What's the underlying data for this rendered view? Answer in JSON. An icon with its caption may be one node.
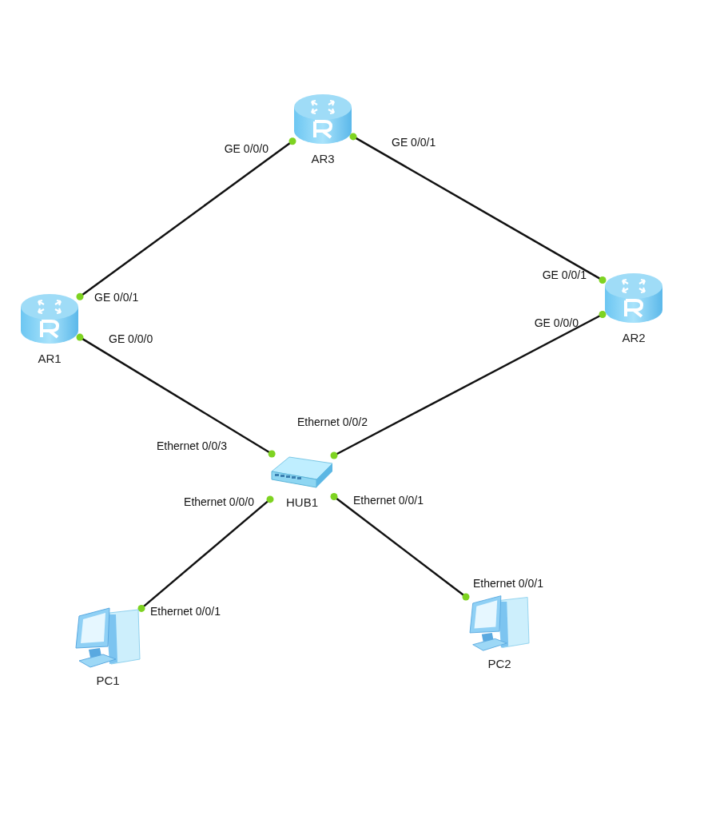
{
  "diagram": {
    "nodes": [
      {
        "text": [
          "AR3"
        ]
      },
      {
        "text": [
          "AR1"
        ]
      },
      {
        "text": [
          "AR2"
        ]
      },
      {
        "text": [
          "HUB1"
        ]
      },
      {
        "text": [
          "PC1"
        ]
      },
      {
        "text": [
          "PC2"
        ]
      }
    ],
    "edges": [
      {
        "from": 1,
        "to": 0,
        "arrow": "other"
      },
      {
        "from": 0,
        "to": 2,
        "arrow": "other"
      },
      {
        "from": 1,
        "to": 3,
        "arrow": "other"
      },
      {
        "from": 2,
        "to": 3,
        "arrow": "other"
      },
      {
        "from": 3,
        "to": 4,
        "arrow": "other"
      },
      {
        "from": 3,
        "to": 5,
        "arrow": "other"
      }
    ],
    "labels": [
      "GE 0/0/0",
      "GE 0/0/1",
      "GE 0/0/1",
      "GE 0/0/1",
      "GE 0/0/0",
      "GE 0/0/0",
      "Ethernet 0/0/3",
      "Ethernet 0/0/2",
      "Ethernet 0/0/0",
      "Ethernet 0/0/1",
      "Ethernet 0/0/1",
      "Ethernet 0/0/1"
    ]
  }
}
